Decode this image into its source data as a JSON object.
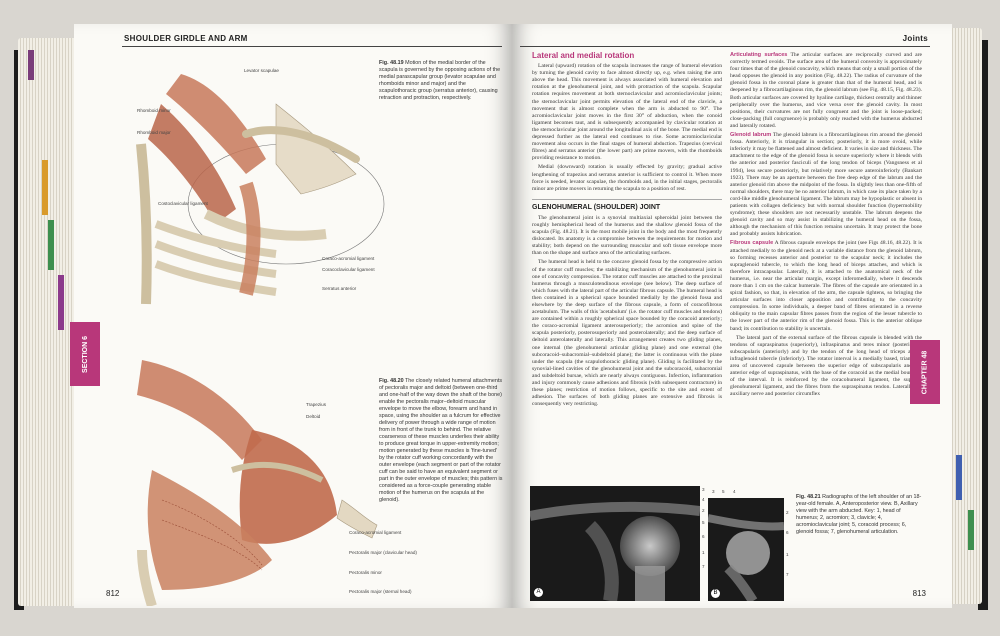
{
  "left_page": {
    "running_head": "SHOULDER GIRDLE AND ARM",
    "page_number": "812",
    "section_tab": "SECTION 6",
    "fig_top": {
      "caption_label": "Fig. 48.19",
      "caption_text": "Motion of the medial border of the scapula is governed by the opposing actions of the medial parascapular group (levator scapulae and rhomboids minor and major) and the scapulothoracic group (serratus anterior), causing retraction and protraction, respectively.",
      "labels": [
        "Levator scapulae",
        "Rhomboid minor",
        "Rhomboid major",
        "Costoclavicular ligament",
        "Coraco-acromial ligament",
        "Coracoclavicular ligament",
        "Serratus anterior"
      ]
    },
    "fig_bottom": {
      "caption_label": "Fig. 48.20",
      "caption_text": "The closely related humeral attachments of pectoralis major and deltoid (between one-third and one-half of the way down the shaft of the bone) enable the pectoralis major–deltoid muscular envelope to move the elbow, forearm and hand in space, using the shoulder as a fulcrum for effective delivery of power through a wide range of motion from in front of the trunk to behind. The relative coarseness of these muscles underlies their ability to produce great torque in upper-extremity motion; motion generated by these muscles is 'fine-tuned' by the rotator cuff working concordantly with the outer envelope (each segment or part of the rotator cuff can be said to have an equivalent segment or part in the outer envelope of muscles; this pattern is considered as a force-couple generating stable motion of the humerus on the scapula at the glenoid).",
      "labels": [
        "Trapezius",
        "Deltoid",
        "Coraco-acromial ligament",
        "Pectoralis major (clavicular head)",
        "Pectoralis minor",
        "Pectoralis major (sternal head)"
      ]
    }
  },
  "right_page": {
    "running_head": "Joints",
    "page_number": "813",
    "chapter_tab": "CHAPTER 48",
    "col1": {
      "heading": "Lateral and medial rotation",
      "paragraphs": [
        "Lateral (upward) rotation of the scapula increases the range of humeral elevation by turning the glenoid cavity to face almost directly up, e.g. when raising the arm above the head. This movement is always associated with humeral elevation and rotation at the glenohumeral joint, and with protraction of the scapula. Scapular rotation requires movement at both sternoclavicular and acromioclavicular joints; the sternoclavicular joint permits elevation of the lateral end of the clavicle, a movement that is almost complete when the arm is abducted to 90°. The acromioclavicular joint moves in the first 30° of abduction, when the conoid ligament becomes taut, and is subsequently accompanied by clavicular rotation at the sternoclavicular joint around the longitudinal axis of the bone. The medial end is depressed further as the lateral end continues to rise. Some acromioclavicular movement also occurs in the final stages of humeral abduction. Trapezius (cervical fibres) and serratus anterior (the lower part) are prime movers, with the rhomboids providing resistance to motion.",
        "Medial (downward) rotation is usually effected by gravity; gradual active lengthening of trapezius and serratus anterior is sufficient to control it. When more force is needed, levator scapulae, the rhomboids and, in the initial stages, pectoralis minor are prime movers in returning the scapula to a position of rest."
      ],
      "section_heading": "GLENOHUMERAL (SHOULDER) JOINT",
      "section_paragraphs": [
        "The glenohumeral joint is a synovial multiaxial spheroidal joint between the roughly hemispherical head of the humerus and the shallow glenoid fossa of the scapula (Fig. 48.21). It is the most mobile joint in the body and the most frequently dislocated. Its anatomy is a compromise between the requirements for motion and stability; both depend on the surrounding muscular and soft tissue envelope more than on the shape and surface area of the articulating surfaces.",
        "The humeral head is held to the concave glenoid fossa by the compressive action of the rotator cuff muscles; the stabilizing mechanism of the glenohumeral joint is one of concavity compression. The rotator cuff muscles are attached to the proximal humerus through a musculotendinous envelope (see below). The deep surface of which fuses with the lateral part of the articular fibrous capsule. The humeral head is then contained in a spherical space bounded medially by the glenoid fossa and elsewhere by the deep surface of the fibrous capsule, a form of coracofibrous acetabulum. The walls of this 'acetabulum' (i.e. the rotator cuff muscles and tendons) are contained within a roughly spherical space bounded by the coracoid anteriorly; the coraco-acromial ligament anterosuperiorly; the acromion and spine of the scapula posteriorly, posterosuperiorly and posterolaterally; and the deep surface of deltoid anterolaterally and laterally. This arrangement creates two gliding planes, one internal (the glenohumeral articular gliding plane) and one external (the subcoracoid–subacromial–subdeltoid plane); the latter is continuous with the plane under the scapula (the scapulothoracic gliding plane). Gliding is facilitated by the synovial-lined cavities of the glenohumeral joint and the subcoracoid, subacromial and subdeltoid bursae, which are nearly always contiguous. Infection, inflammation and injury commonly cause adhesions and fibrosis (with subsequent contracture) in these planes; restriction of motion follows, specific to the site and extent of adhesion. The surfaces of both gliding planes are extensive and fibrosis is consequently very restricting."
      ]
    },
    "col2": {
      "blocks": [
        {
          "heading": "Articulating surfaces",
          "text": "The articular surfaces are reciprocally curved and are correctly termed ovoids. The surface area of the humeral convexity is approximately four times that of the glenoid concavity, which means that only a small portion of the head opposes the glenoid in any position (Fig. 48.22). The radius of curvature of the glenoid fossa in the coronal plane is greater than that of the humeral head, and is deepened by a fibrocartilaginous rim, the glenoid labrum (see Fig. 48.15, Fig. 48.23). Both articular surfaces are covered by hyaline cartilage, thickest centrally and thinner peripherally over the humerus, and vice versa over the glenoid cavity. In most positions, their curvatures are not fully congruent and the joint is loose-packed; close-packing (full congruence) is probably only reached with the humerus abducted and laterally rotated."
        },
        {
          "heading": "Glenoid labrum",
          "text": "The glenoid labrum is a fibrocartilaginous rim around the glenoid fossa. Anteriorly, it is triangular in section; posteriorly, it is more ovoid, while inferiorly it may be flattened and almost deficient. It varies in size and thickness. The attachment to the edge of the glenoid fossa is secure superiorly where it blends with the anterior and posterior fasciculi of the long tendon of biceps (Vangsness et al 1994), less secure posteriorly, but relatively more secure anteroinferiorly (Bankart 1923). There may be an aperture between the free deep edge of the labrum and the anterior glenoid rim above the midpoint of the fossa. In slightly less than one-fifth of normal shoulders, there may be no anterior labrum, in which case its place taken by a cord-like middle glenohumeral ligament. The labrum may be hypoplastic or absent in patients with collagen deficiency but with normal shoulder function (hypermobility syndrome); these shoulders are not necessarily unstable. The labrum deepens the glenoid cavity and so may assist in stabilizing the humeral head on the fossa, although the mechanism of this function remains uncertain. It may protect the bone and probably assists lubrication."
        },
        {
          "heading": "Fibrous capsule",
          "text": "A fibrous capsule envelops the joint (see Figs 48.16, 48.22). It is attached medially to the glenoid neck at a variable distance from the glenoid labrum, so forming recesses anterior and posterior to the scapular neck; it includes the supraglenoid tubercle, to which the long head of biceps attaches, and which is therefore intracapsular. Laterally, it is attached to the anatomical neck of the humerus, i.e. near the articular margin, except inferomedially, where it descends more than 1 cm on the calcar humerale. The fibres of the capsule are orientated in a spiral fashion, so that, in elevation of the arm, the capsule tightens, so bringing the articular surfaces into closer apposition and contributing to the concavity compression. In some individuals, a deeper band of fibres orientated in a reverse obliquity to the main capsular fibres passes from the region of the lesser tubercle to the lower part of the anterior rim of the glenoid fossa. This is the anterior oblique band; its contribution to stability is uncertain."
        },
        {
          "heading": "",
          "text": "The lateral part of the external surface of the fibrous capsule is blended with the tendons of supraspinatus (superiorly), infraspinatus and teres minor (posteriorly), subscapularis (anteriorly) and by the tendon of the long head of triceps at the infraglenoid tubercle (inferiorly). The rotator interval is a medially based, triangular area of uncovered capsule between the superior edge of subscapularis and the anterior edge of supraspinatus, with the base of the coracoid as the medial boundary of the interval. It is reinforced by the coracohumeral ligament, the superior glenohumeral ligament, and the fibres from the supraspinatus tendon. Laterally the auxiliary nerve and posterior circumflex"
        }
      ]
    },
    "fig_xray": {
      "caption_label": "Fig. 48.21",
      "caption_text": "Radiographs of the left shoulder of an 18-year-old female. A, Anteroposterior view. B, Axillary view with the arm abducted. Key: 1, head of humerus; 2, acromion; 3, clavicle; 4, acromioclavicular joint; 5, coracoid process; 6, glenoid fossa; 7, glenohumeral articulation.",
      "panel_a": "A",
      "panel_b": "B",
      "numbers_a": [
        "3",
        "4",
        "2",
        "5",
        "6",
        "1",
        "7"
      ],
      "numbers_b": [
        "3",
        "5",
        "4",
        "2",
        "6",
        "1",
        "7"
      ]
    }
  },
  "colors": {
    "accent": "#b8377a",
    "side_tabs": [
      "#7a3d7a",
      "#3e8f4e",
      "#d99a2b",
      "#3f6fb0",
      "#8b3a8b",
      "#2e8a6e",
      "#3f5fb0",
      "#3e8f4e"
    ]
  }
}
